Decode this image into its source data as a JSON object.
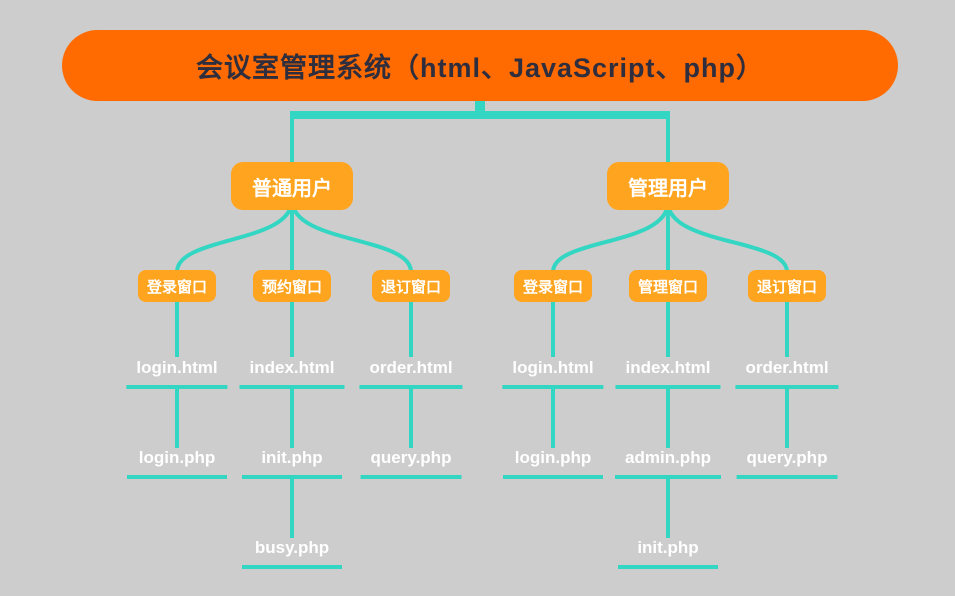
{
  "root": {
    "label": "会议室管理系统（html、JavaScript、php）"
  },
  "branches": [
    {
      "user": "普通用户",
      "windows": [
        {
          "label": "登录窗口",
          "html": "login.html",
          "php": "login.php"
        },
        {
          "label": "预约窗口",
          "html": "index.html",
          "php": "init.php",
          "sub": "busy.php"
        },
        {
          "label": "退订窗口",
          "html": "order.html",
          "php": "query.php"
        }
      ]
    },
    {
      "user": "管理用户",
      "windows": [
        {
          "label": "登录窗口",
          "html": "login.html",
          "php": "login.php"
        },
        {
          "label": "管理窗口",
          "html": "index.html",
          "php": "admin.php",
          "sub": "init.php"
        },
        {
          "label": "退订窗口",
          "html": "order.html",
          "php": "query.php"
        }
      ]
    }
  ],
  "colors": {
    "background": "#cdcdcd",
    "root_fill": "#ff6b00",
    "topic_fill": "#ffa41f",
    "connector": "#33d6c2",
    "root_text": "#2e2e3e",
    "topic_text": "#ffffff"
  }
}
